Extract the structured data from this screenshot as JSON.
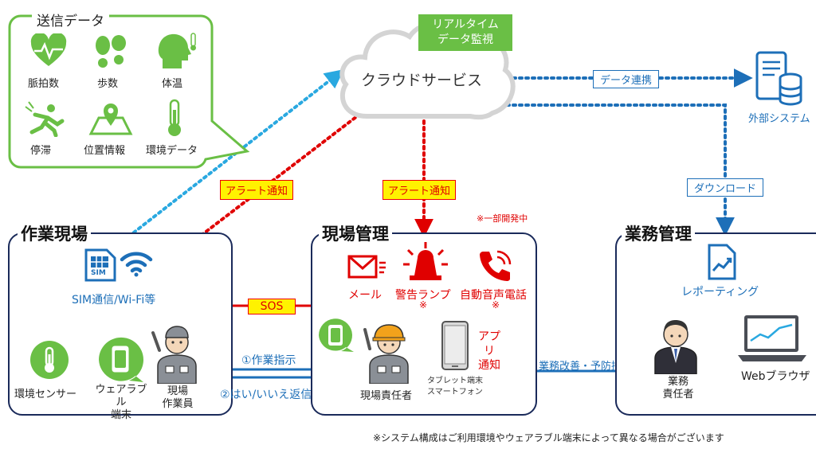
{
  "send_data": {
    "title": "送信データ",
    "items": [
      "脈拍数",
      "歩数",
      "体温",
      "停滞",
      "位置情報",
      "環境データ"
    ]
  },
  "cloud": {
    "label": "クラウドサービス",
    "badge_line1": "リアルタイム",
    "badge_line2": "データ監視"
  },
  "external": {
    "label": "外部システム"
  },
  "tags": {
    "data_link": "データ連携",
    "download": "ダウンロード",
    "alert_left": "アラート通知",
    "alert_center": "アラート通知",
    "sos": "SOS",
    "work_instruction": "①作業指示",
    "reply": "②はい/いいえ返信",
    "improvement": "業務改善・予防措置"
  },
  "site": {
    "title": "作業現場",
    "sim": "SIM",
    "sim_wifi": "SIM通信/Wi-Fi等",
    "env_sensor": "環境センサー",
    "wearable_line1": "ウェアラブル",
    "wearable_line2": "端末",
    "worker_line1": "現場",
    "worker_line2": "作業員"
  },
  "site_mgmt": {
    "title": "現場管理",
    "partial_note": "※一部開発中",
    "mail": "メール",
    "lamp": "警告ランプ",
    "lamp_note": "※",
    "phone": "自動音声電話",
    "phone_note": "※",
    "app_line1": "アプリ",
    "app_line2": "通知",
    "tablet_line1": "タブレット端末",
    "tablet_line2": "スマートフォン",
    "manager": "現場責任者"
  },
  "biz_mgmt": {
    "title": "業務管理",
    "reporting": "レポーティング",
    "person_line1": "業務",
    "person_line2": "責任者",
    "browser": "Webブラウザ"
  },
  "footnote": "※システム構成はご利用環境やウェアラブル端末によって異なる場合がございます",
  "colors": {
    "green": "#6abf45",
    "navy": "#1a2a5a",
    "blue": "#1d6fb8",
    "lightblue": "#29a8e0",
    "red": "#e00000",
    "yellow": "#fff200"
  }
}
